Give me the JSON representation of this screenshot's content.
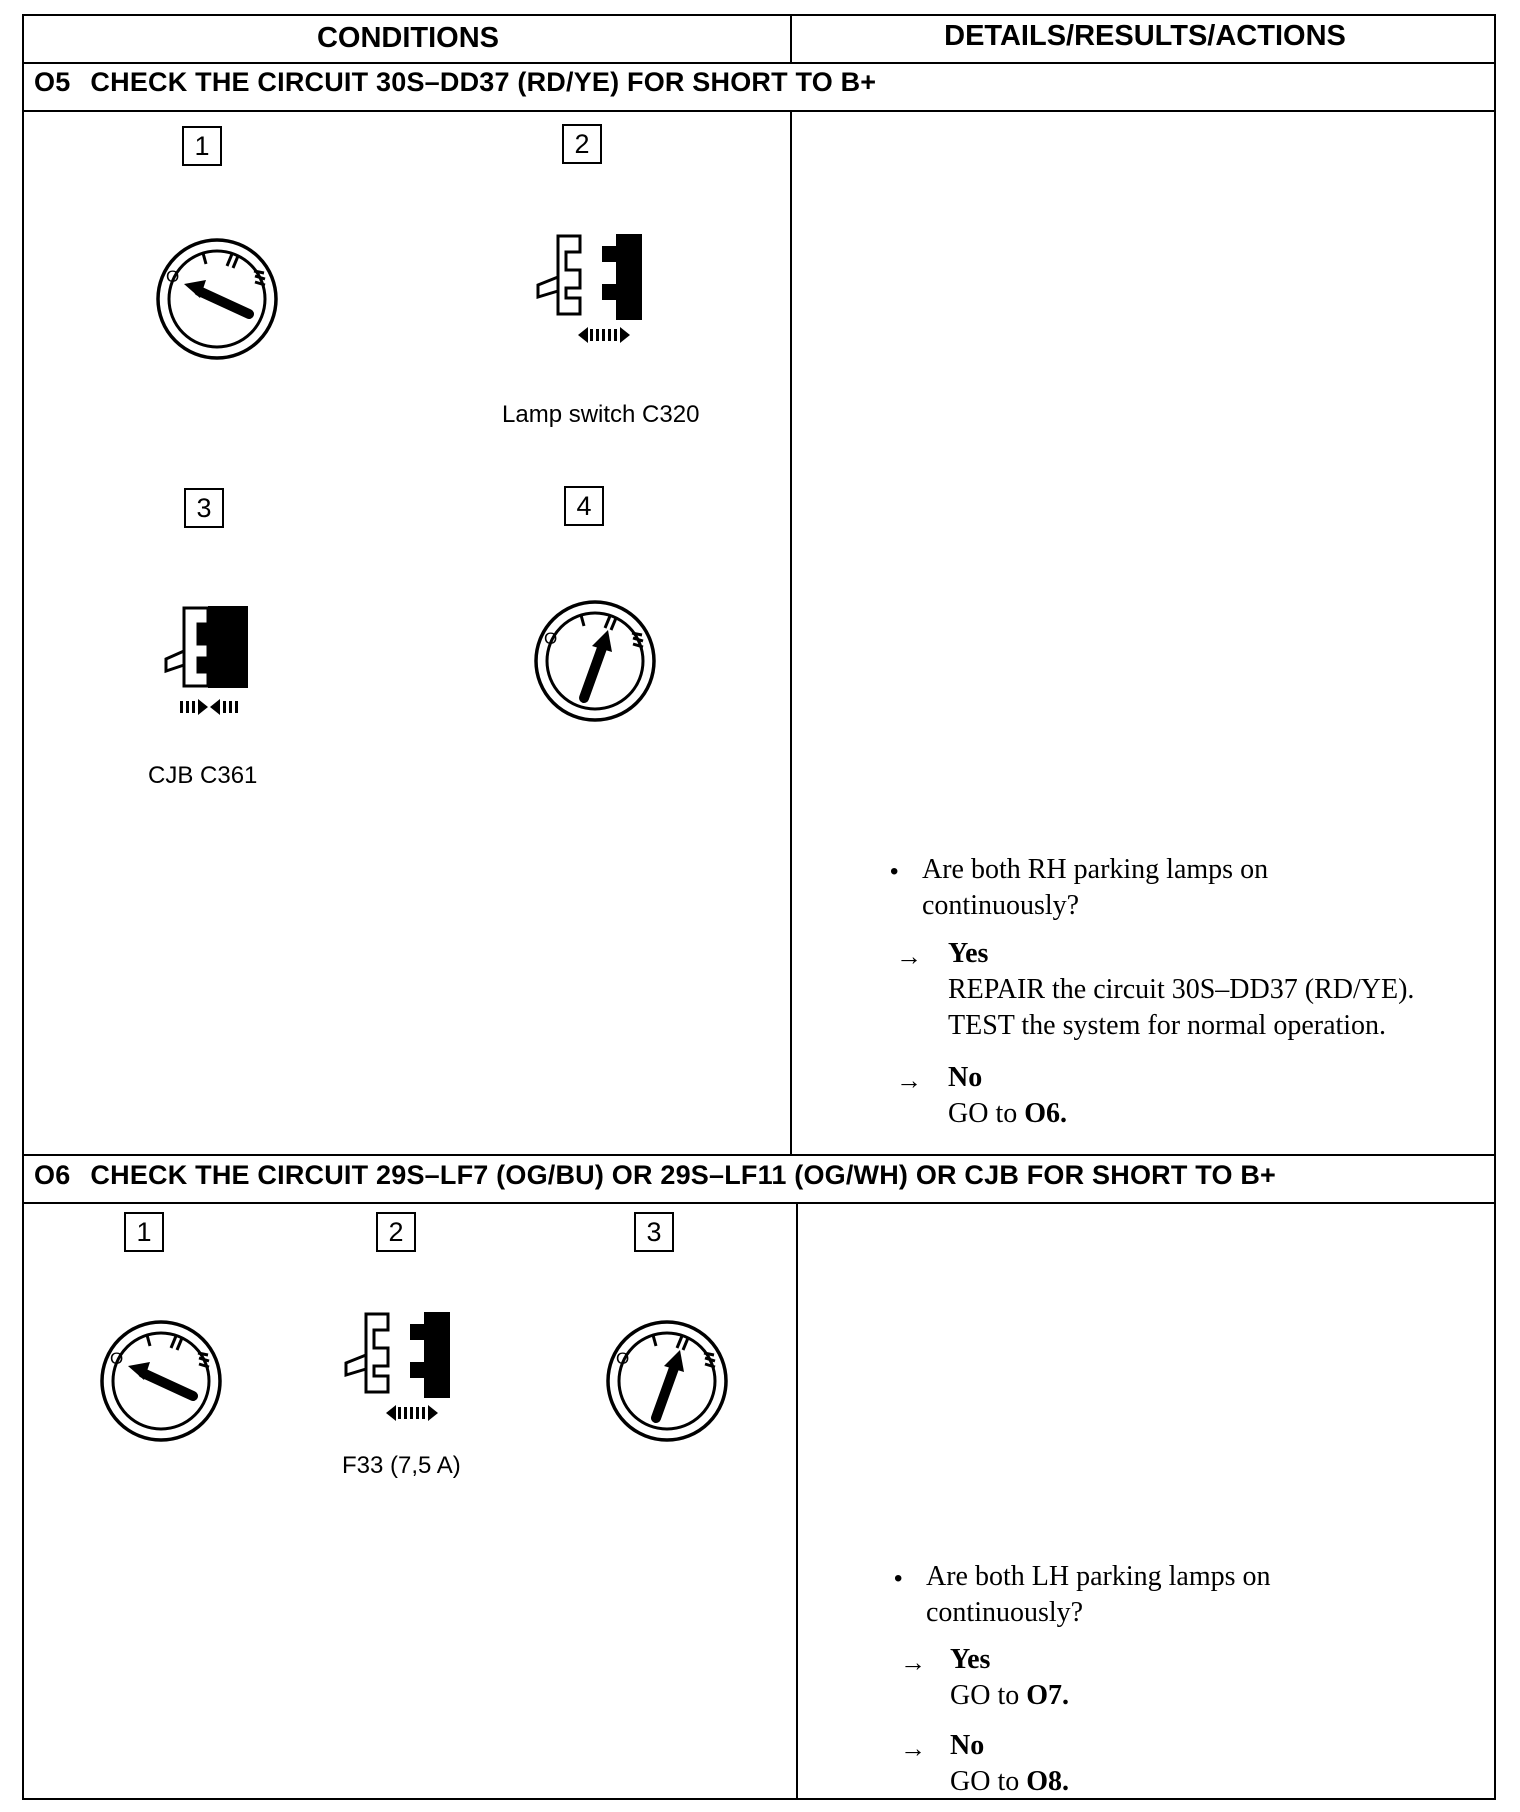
{
  "header": {
    "conditions": "CONDITIONS",
    "details": "DETAILS/RESULTS/ACTIONS"
  },
  "sections": [
    {
      "number": "O5",
      "title": "CHECK THE CIRCUIT 30S–DD37 (RD/YE) FOR SHORT TO B+",
      "steps": [
        {
          "label": "1",
          "icon": "ignition-off-icon",
          "caption": ""
        },
        {
          "label": "2",
          "icon": "disconnect-connector-icon",
          "caption": "Lamp switch C320"
        },
        {
          "label": "3",
          "icon": "connect-connector-icon",
          "caption": "CJB C361"
        },
        {
          "label": "4",
          "icon": "ignition-on-icon",
          "caption": ""
        }
      ],
      "question": "Are both RH parking lamps on continuously?",
      "answers": [
        {
          "label": "Yes",
          "lines": [
            "REPAIR the circuit 30S–DD37 (RD/YE).",
            "TEST the system for normal operation."
          ]
        },
        {
          "label": "No",
          "prefix": "GO to ",
          "target": "O6."
        }
      ]
    },
    {
      "number": "O6",
      "title": "CHECK THE CIRCUIT 29S–LF7 (OG/BU) OR 29S–LF11 (OG/WH) OR CJB FOR SHORT TO B+",
      "steps": [
        {
          "label": "1",
          "icon": "ignition-off-icon",
          "caption": ""
        },
        {
          "label": "2",
          "icon": "disconnect-connector-icon",
          "caption": "F33 (7,5 A)"
        },
        {
          "label": "3",
          "icon": "ignition-on-icon",
          "caption": ""
        }
      ],
      "question": "Are both LH parking lamps on continuously?",
      "answers": [
        {
          "label": "Yes",
          "prefix": "GO to ",
          "target": "O7."
        },
        {
          "label": "No",
          "prefix": "GO to ",
          "target": "O8."
        }
      ]
    }
  ],
  "glyphs": {
    "bullet": "•",
    "arrow": "→"
  }
}
